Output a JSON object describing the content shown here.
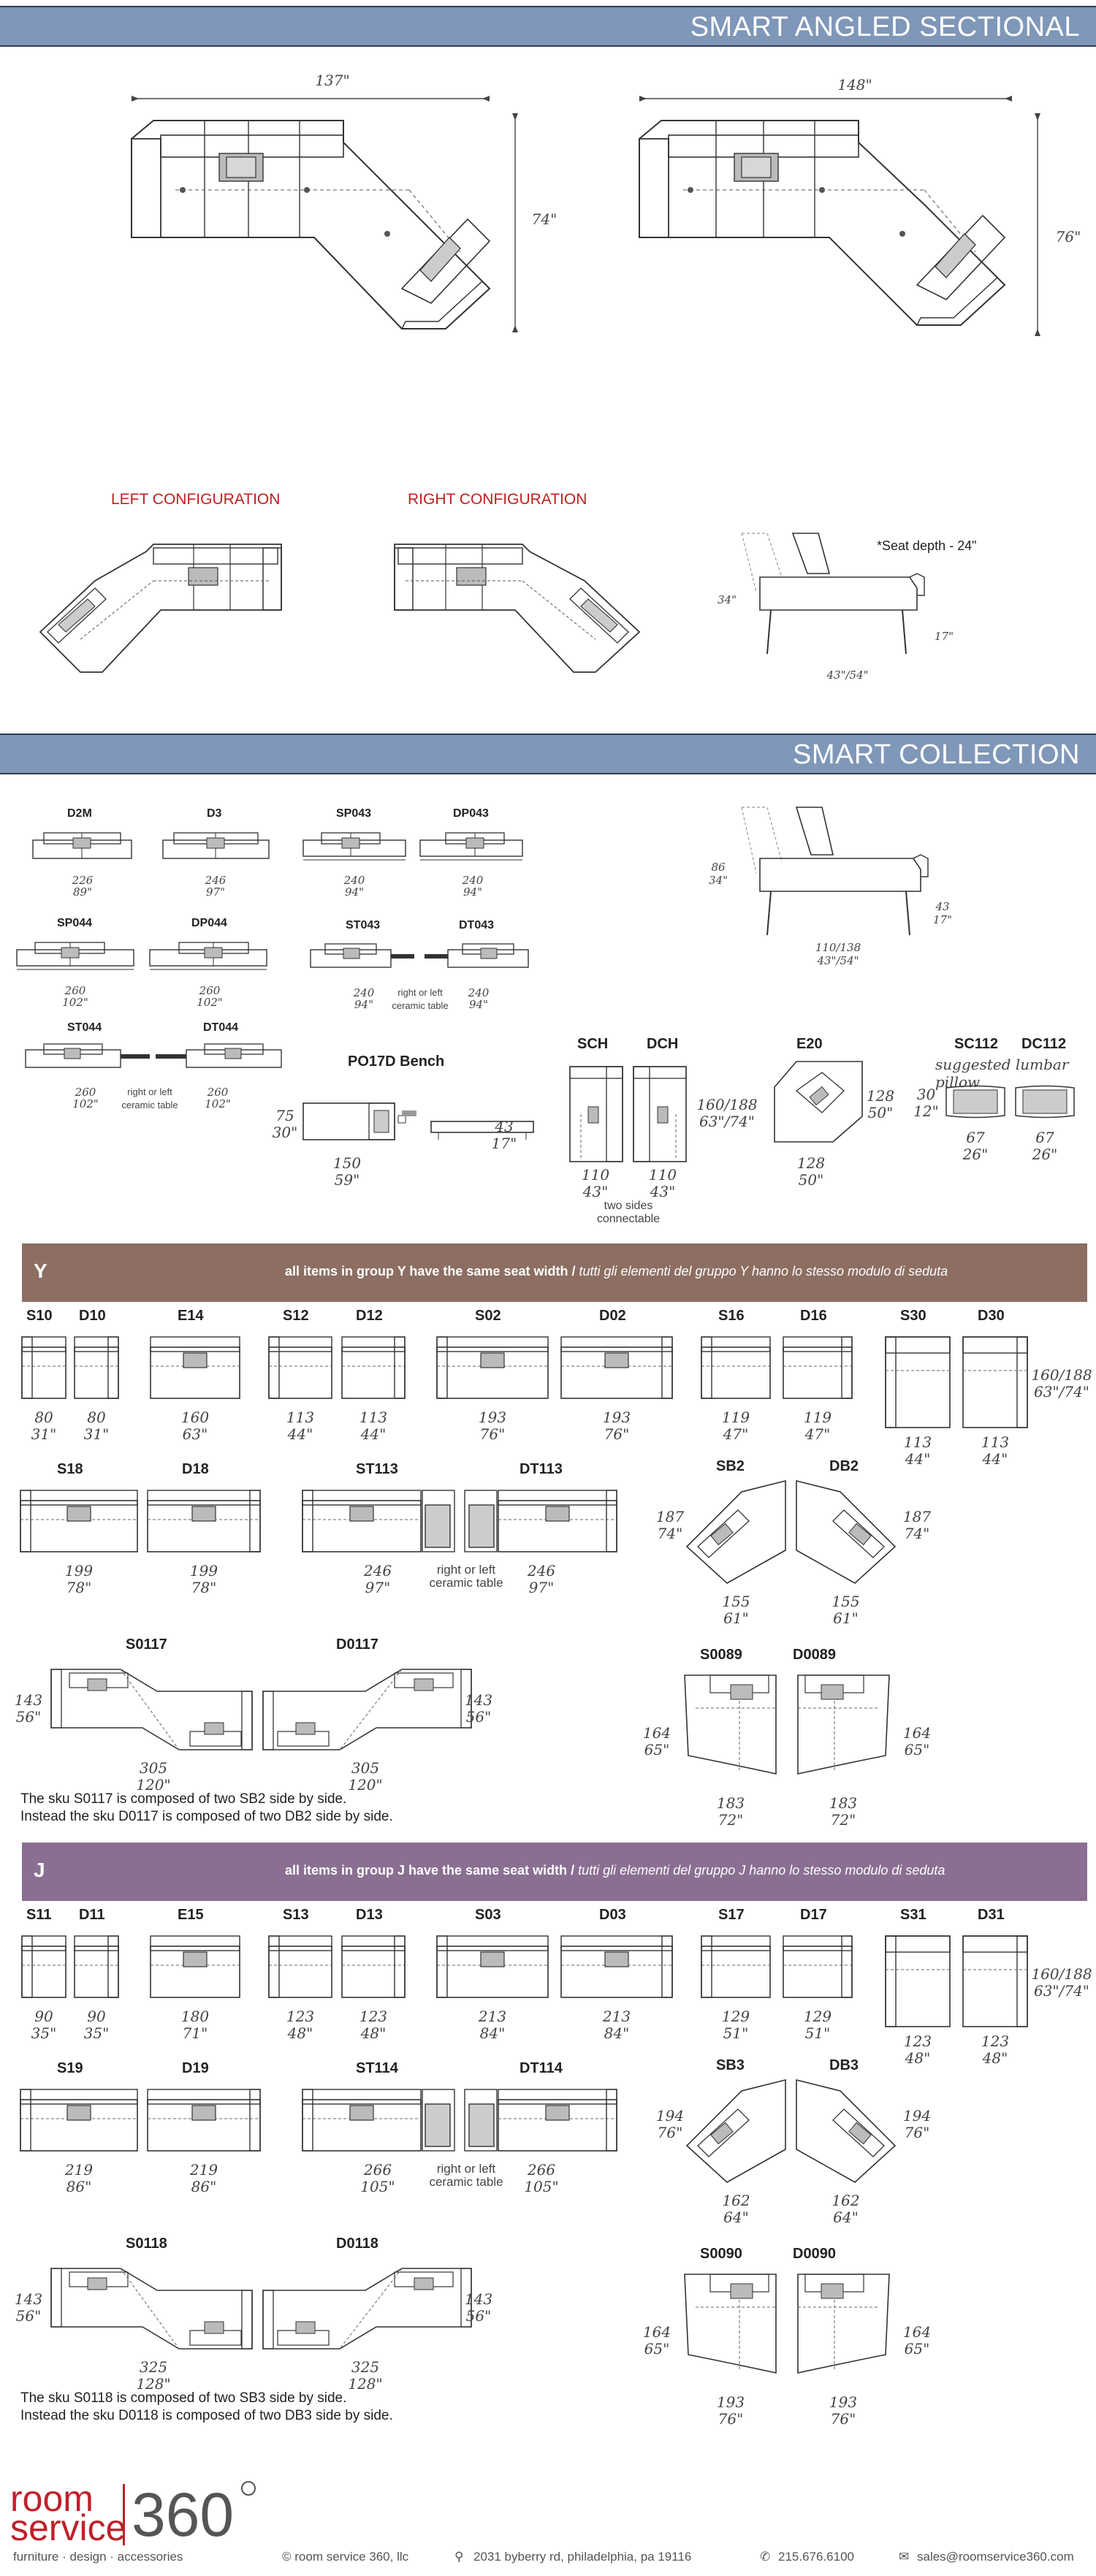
{
  "sections": {
    "angled_title": "SMART ANGLED SECTIONAL",
    "collection_title": "SMART COLLECTION"
  },
  "angled": {
    "left_width": "137\"",
    "left_depth": "74\"",
    "right_width": "148\"",
    "right_depth": "76\"",
    "left_config": "LEFT CONFIGURATION",
    "right_config": "RIGHT CONFIGURATION",
    "seat_depth": "*Seat depth - 24\"",
    "side_h1": "34\"",
    "side_h2": "17\"",
    "side_w": "43\"/54\""
  },
  "collection": {
    "items": [
      {
        "sku": "D2M",
        "cm": "226",
        "in": "89\""
      },
      {
        "sku": "D3",
        "cm": "246",
        "in": "97\""
      },
      {
        "sku": "SP043",
        "cm": "240",
        "in": "94\""
      },
      {
        "sku": "DP043",
        "cm": "240",
        "in": "94\""
      },
      {
        "sku": "SP044",
        "cm": "260",
        "in": "102\""
      },
      {
        "sku": "DP044",
        "cm": "260",
        "in": "102\""
      },
      {
        "sku": "ST043",
        "cm": "240",
        "in": "94\""
      },
      {
        "sku": "DT043",
        "cm": "240",
        "in": "94\""
      },
      {
        "sku": "ST044",
        "cm": "260",
        "in": "102\""
      },
      {
        "sku": "DT044",
        "cm": "260",
        "in": "102\""
      }
    ],
    "ceramic_note": "right or left ceramic table",
    "side_h1": "86",
    "side_h1_in": "34\"",
    "side_h2": "43",
    "side_h2_in": "17\"",
    "side_w": "110/138",
    "side_w_in": "43\"/54\"",
    "bench": {
      "label": "PO17D Bench",
      "h": "75",
      "h_in": "30\"",
      "w": "150",
      "w_in": "59\"",
      "h2": "43",
      "h2_in": "17\""
    },
    "sch": "SCH",
    "dch": "DCH",
    "ch_w": "110",
    "ch_w_in": "43\"",
    "ch_d": "160/188",
    "ch_d_in": "63\"/74\"",
    "ch_note": "two sides connectable",
    "e20": "E20",
    "e20_d": "128",
    "e20_d_in": "50\"",
    "sc112": "SC112",
    "dc112": "DC112",
    "pillow_note": "suggested lumbar pillow",
    "pillow_h": "30",
    "pillow_h_in": "12\"",
    "pillow_w": "67",
    "pillow_w_in": "26\""
  },
  "group_y": {
    "letter": "Y",
    "desc": "all items in group Y have the same seat width / ",
    "desc_it": "tutti gli elementi del gruppo Y hanno lo stesso modulo di seduta",
    "color": "#8c6e62",
    "row1": [
      {
        "sku": "S10",
        "cm": "80",
        "in": "31\""
      },
      {
        "sku": "D10",
        "cm": "80",
        "in": "31\""
      },
      {
        "sku": "E14",
        "cm": "160",
        "in": "63\""
      },
      {
        "sku": "S12",
        "cm": "113",
        "in": "44\""
      },
      {
        "sku": "D12",
        "cm": "113",
        "in": "44\""
      },
      {
        "sku": "S02",
        "cm": "193",
        "in": "76\""
      },
      {
        "sku": "D02",
        "cm": "193",
        "in": "76\""
      },
      {
        "sku": "S16",
        "cm": "119",
        "in": "47\""
      },
      {
        "sku": "D16",
        "cm": "119",
        "in": "47\""
      },
      {
        "sku": "S30",
        "cm": "113",
        "in": "44\""
      },
      {
        "sku": "D30",
        "cm": "113",
        "in": "44\""
      }
    ],
    "chaise_d": "160/188",
    "chaise_d_in": "63\"/74\"",
    "row2": [
      {
        "sku": "S18",
        "cm": "199",
        "in": "78\""
      },
      {
        "sku": "D18",
        "cm": "199",
        "in": "78\""
      },
      {
        "sku": "ST113",
        "cm": "246",
        "in": "97\""
      },
      {
        "sku": "DT113",
        "cm": "246",
        "in": "97\""
      }
    ],
    "sb": {
      "sku": "SB2",
      "cm": "155",
      "in": "61\"",
      "d": "187",
      "d_in": "74\""
    },
    "db": {
      "sku": "DB2",
      "cm": "155",
      "in": "61\"",
      "d": "187",
      "d_in": "74\""
    },
    "s_long": {
      "sku": "S0117",
      "cm": "305",
      "in": "120\"",
      "h": "143",
      "h_in": "56\""
    },
    "d_long": {
      "sku": "D0117",
      "cm": "305",
      "in": "120\"",
      "h": "143",
      "h_in": "56\""
    },
    "s_curve": {
      "sku": "S0089",
      "cm": "183",
      "in": "72\"",
      "h": "164",
      "h_in": "65\""
    },
    "d_curve": {
      "sku": "D0089",
      "cm": "183",
      "in": "72\"",
      "h": "164",
      "h_in": "65\""
    },
    "note1": "The sku S0117 is composed of two SB2 side by side.",
    "note2": "Instead the sku D0117 is composed of two DB2 side by side."
  },
  "group_j": {
    "letter": "J",
    "desc": "all items in group J have the same seat width / ",
    "desc_it": "tutti gli elementi del gruppo J hanno lo stesso modulo di seduta",
    "color": "#8a6f92",
    "row1": [
      {
        "sku": "S11",
        "cm": "90",
        "in": "35\""
      },
      {
        "sku": "D11",
        "cm": "90",
        "in": "35\""
      },
      {
        "sku": "E15",
        "cm": "180",
        "in": "71\""
      },
      {
        "sku": "S13",
        "cm": "123",
        "in": "48\""
      },
      {
        "sku": "D13",
        "cm": "123",
        "in": "48\""
      },
      {
        "sku": "S03",
        "cm": "213",
        "in": "84\""
      },
      {
        "sku": "D03",
        "cm": "213",
        "in": "84\""
      },
      {
        "sku": "S17",
        "cm": "129",
        "in": "51\""
      },
      {
        "sku": "D17",
        "cm": "129",
        "in": "51\""
      },
      {
        "sku": "S31",
        "cm": "123",
        "in": "48\""
      },
      {
        "sku": "D31",
        "cm": "123",
        "in": "48\""
      }
    ],
    "chaise_d": "160/188",
    "chaise_d_in": "63\"/74\"",
    "row2": [
      {
        "sku": "S19",
        "cm": "219",
        "in": "86\""
      },
      {
        "sku": "D19",
        "cm": "219",
        "in": "86\""
      },
      {
        "sku": "ST114",
        "cm": "266",
        "in": "105\""
      },
      {
        "sku": "DT114",
        "cm": "266",
        "in": "105\""
      }
    ],
    "sb": {
      "sku": "SB3",
      "cm": "162",
      "in": "64\"",
      "d": "194",
      "d_in": "76\""
    },
    "db": {
      "sku": "DB3",
      "cm": "162",
      "in": "64\"",
      "d": "194",
      "d_in": "76\""
    },
    "s_long": {
      "sku": "S0118",
      "cm": "325",
      "in": "128\"",
      "h": "143",
      "h_in": "56\""
    },
    "d_long": {
      "sku": "D0118",
      "cm": "325",
      "in": "128\"",
      "h": "143",
      "h_in": "56\""
    },
    "s_curve": {
      "sku": "S0090",
      "cm": "193",
      "in": "76\"",
      "h": "164",
      "h_in": "65\""
    },
    "d_curve": {
      "sku": "D0090",
      "cm": "193",
      "in": "76\"",
      "h": "164",
      "h_in": "65\""
    },
    "note1": "The sku S0118 is composed of two SB3 side by side.",
    "note2": "Instead the sku D0118 is composed of two DB3 side by side."
  },
  "footer": {
    "brand_room": "room",
    "brand_service": "service",
    "brand_360": "360",
    "tagline": "furniture  ·  design  ·  accessories",
    "copyright": "© room service 360, llc",
    "address": "2031 byberry rd, philadelphia, pa 19116",
    "phone": "215.676.6100",
    "email": "sales@roomservice360.com",
    "brand_color": "#c0202a"
  }
}
